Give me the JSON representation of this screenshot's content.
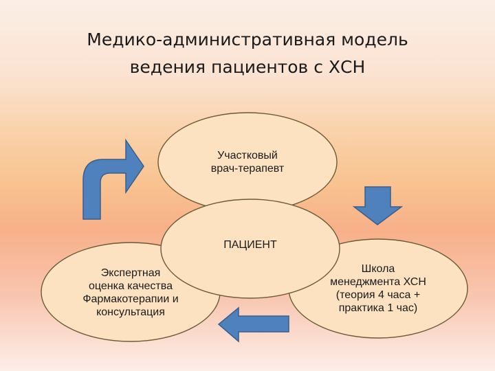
{
  "title": {
    "line1": "Медико-административная модель",
    "line2": "ведения пациентов с ХСН"
  },
  "nodes": {
    "therapist": {
      "line1": "Участковый",
      "line2": "врач-терапевт"
    },
    "patient": {
      "line1": "ПАЦИЕНТ"
    },
    "expert": {
      "line1": "Экспертная",
      "line2": "оценка качества",
      "line3": "Фармакотерапии и",
      "line4": "консультация"
    },
    "school": {
      "line1": "Школа",
      "line2": "менеджмента ХСН",
      "line3": "(теория 4 часа +",
      "line4": "практика 1 час)"
    }
  },
  "colors": {
    "oval_fill": "#fce2c0",
    "oval_stroke": "#6b5a35",
    "arrow_fill": "#4f81bd",
    "arrow_stroke": "#385d8a"
  },
  "arrows": [
    "curved-up-right-arrow",
    "down-arrow",
    "left-arrow"
  ]
}
